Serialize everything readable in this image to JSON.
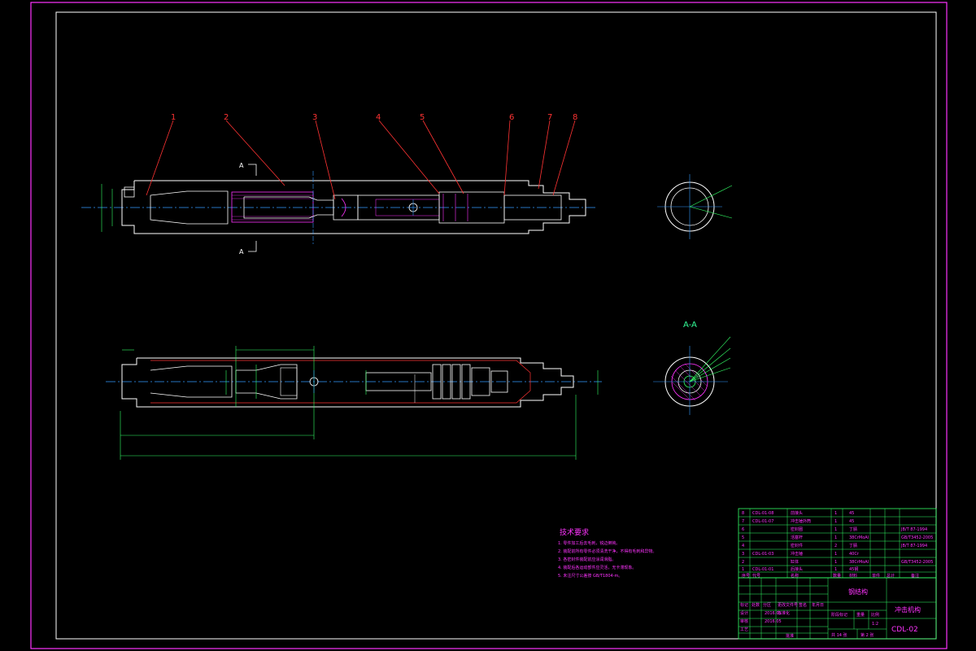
{
  "part_callouts": [
    "1",
    "2",
    "3",
    "4",
    "5",
    "6",
    "7",
    "8"
  ],
  "section_marks": {
    "top": "A",
    "bottom": "A",
    "title": "A-A"
  },
  "tech_requirements": {
    "title": "技术要求",
    "items": [
      "1. 零件加工后去毛刺，锐边倒钝。",
      "2. 装配前所有零件必须清洗干净，不得有毛刺和异物。",
      "3. 各密封件装配前应涂润滑脂。",
      "4. 装配后各运动部件应灵活，无卡滞现象。",
      "5. 未注尺寸公差按 GB/T1804-m。"
    ]
  },
  "bom": {
    "rows": [
      {
        "no": "8",
        "code": "CDL-01-08",
        "name": "前接头",
        "qty": "1",
        "mat": "45",
        "note": ""
      },
      {
        "no": "7",
        "code": "CDL-01-07",
        "name": "冲击锤外筒",
        "qty": "1",
        "mat": "45",
        "note": ""
      },
      {
        "no": "6",
        "code": "",
        "name": "密封圈",
        "qty": "1",
        "mat": "丁腈",
        "note": "JB/T 87-1994"
      },
      {
        "no": "5",
        "code": "",
        "name": "活塞杆",
        "qty": "1",
        "mat": "38CrMoAl",
        "note": "GB/T3452-2005"
      },
      {
        "no": "4",
        "code": "",
        "name": "密封件",
        "qty": "2",
        "mat": "丁腈",
        "note": "JB/T 87-1994"
      },
      {
        "no": "3",
        "code": "CDL-01-03",
        "name": "冲击锤",
        "qty": "1",
        "mat": "40Cr",
        "note": ""
      },
      {
        "no": "2",
        "code": "",
        "name": "缸体",
        "qty": "1",
        "mat": "38CrMoAl",
        "note": "GB/T3452-2005"
      },
      {
        "no": "1",
        "code": "CDL-01-01",
        "name": "后接头",
        "qty": "1",
        "mat": "45钢",
        "note": ""
      }
    ],
    "header": [
      "序号",
      "代号",
      "名称",
      "数量",
      "材料",
      "单件",
      "总计",
      "备注"
    ]
  },
  "title_block": {
    "material": "钢结构",
    "drawing_name": "冲击机构",
    "drawing_no": "CDL-02",
    "scale": "1:2",
    "sheet_total": "共 14 张",
    "sheet_no": "第 2 张",
    "date1": "2016.05",
    "date2": "2016.05",
    "labels": [
      "标记",
      "处数",
      "分区",
      "更改文件号",
      "签名",
      "年月日",
      "设计",
      "审核",
      "工艺",
      "标准化",
      "批准",
      "阶段标记",
      "重量",
      "比例"
    ]
  },
  "colors": {
    "frame": "#ff33ff",
    "outline": "#ffffff",
    "dim": "#33ff66",
    "hatch": "#ff33ff",
    "center": "#3399ff",
    "leader": "#ff3333"
  }
}
